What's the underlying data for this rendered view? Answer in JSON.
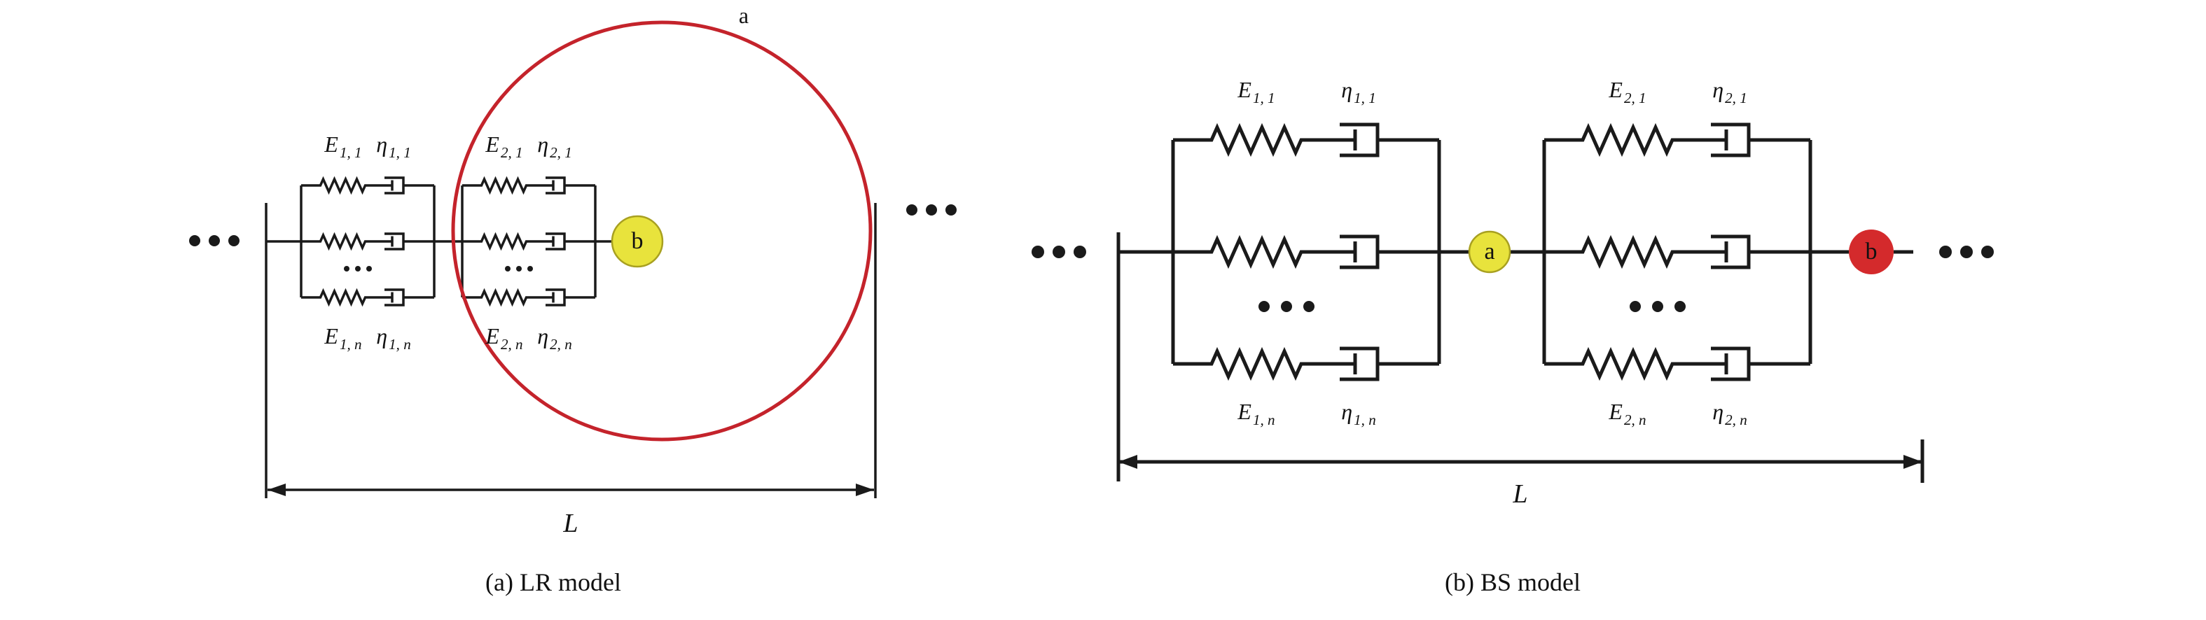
{
  "figure": {
    "panel_a": {
      "caption": "(a) LR model",
      "dimension_label": "L",
      "ring_label": "a",
      "node_b_label": "b",
      "labels": {
        "group1_top": [
          {
            "base": "E",
            "sub": "1, 1"
          },
          {
            "base": "η",
            "sub": "1, 1"
          }
        ],
        "group1_bottom": [
          {
            "base": "E",
            "sub": "1, n"
          },
          {
            "base": "η",
            "sub": "1, n"
          }
        ],
        "group2_top": [
          {
            "base": "E",
            "sub": "2, 1"
          },
          {
            "base": "η",
            "sub": "2, 1"
          }
        ],
        "group2_bottom": [
          {
            "base": "E",
            "sub": "2, n"
          },
          {
            "base": "η",
            "sub": "2, n"
          }
        ]
      }
    },
    "panel_b": {
      "caption": "(b) BS model",
      "dimension_label": "L",
      "node_a_label": "a",
      "node_b_label": "b",
      "labels": {
        "group1_top": [
          {
            "base": "E",
            "sub": "1, 1"
          },
          {
            "base": "η",
            "sub": "1, 1"
          }
        ],
        "group1_bottom": [
          {
            "base": "E",
            "sub": "1, n"
          },
          {
            "base": "η",
            "sub": "1, n"
          }
        ],
        "group2_top": [
          {
            "base": "E",
            "sub": "2, 1"
          },
          {
            "base": "η",
            "sub": "2, 1"
          }
        ],
        "group2_bottom": [
          {
            "base": "E",
            "sub": "2, n"
          },
          {
            "base": "η",
            "sub": "2, n"
          }
        ]
      }
    },
    "colors": {
      "line": "#1a1a1a",
      "node_yellow": "#e8e33c",
      "node_red": "#d42a2c",
      "ring_red": "#c4232b"
    }
  }
}
